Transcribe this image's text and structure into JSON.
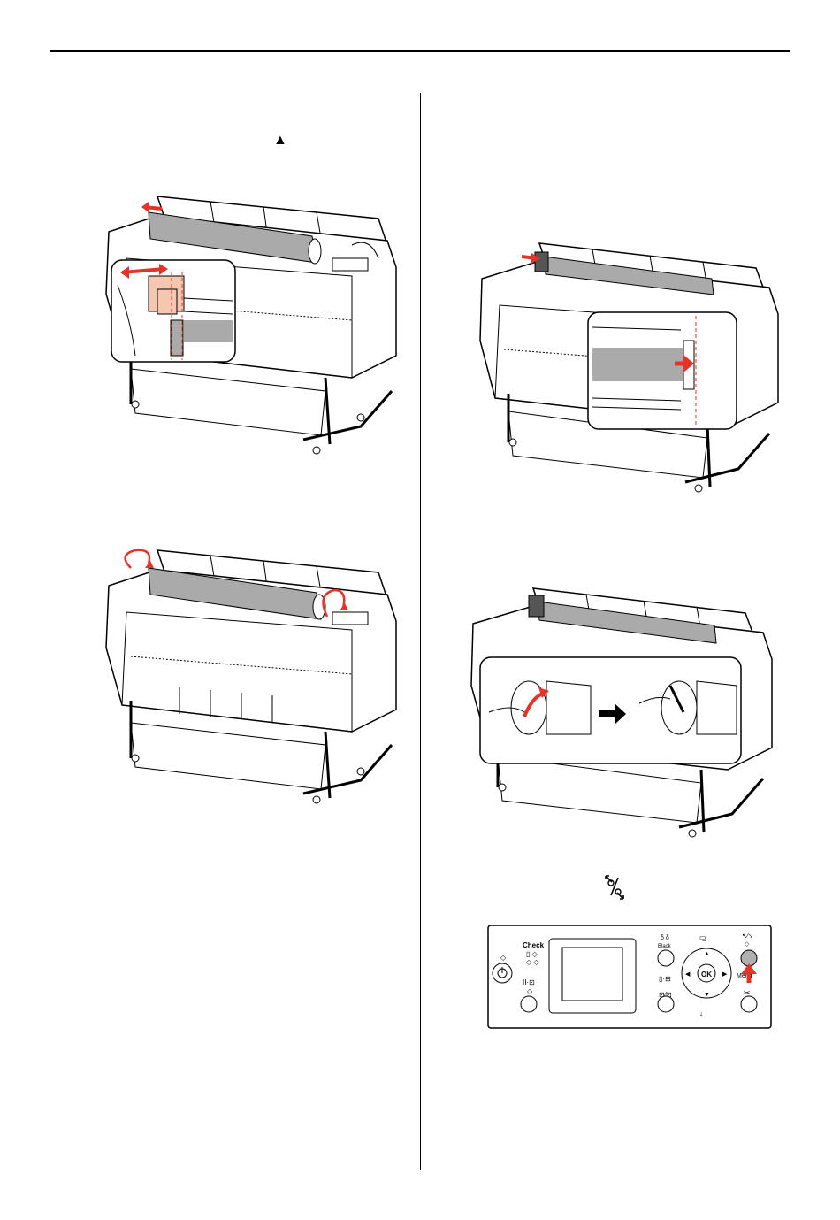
{
  "symbols": {
    "up_arrow": "▲"
  },
  "panel": {
    "check_label": "Check",
    "black_label": "Black",
    "ok_label": "OK",
    "menu_label": "Menu",
    "pause_label": "II·⊡"
  },
  "colors": {
    "arrow_red": "#e6332a",
    "roll_gray": "#aaaaaa",
    "panel_button_gray": "#b0b0b0"
  },
  "icons": [
    "up-arrow-icon",
    "cut-feed-icon",
    "power-icon",
    "scissors-icon"
  ]
}
